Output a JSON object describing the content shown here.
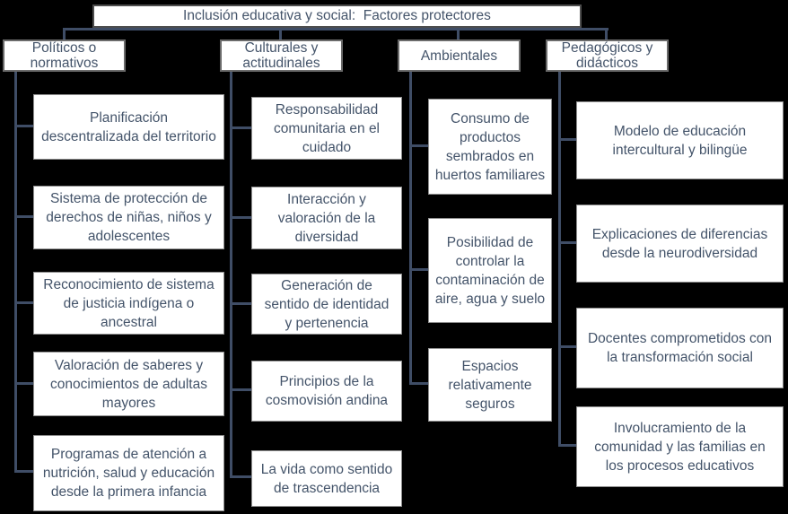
{
  "diagram": {
    "title": "Inclusión educativa y social:  Factores protectores",
    "type": "hierarchy-org-chart",
    "colors": {
      "background": "#000000",
      "box_fill": "#ffffff",
      "text": "#44546a",
      "connector": "#3f4d66",
      "box_border": "#8f8f8f"
    },
    "branches": [
      {
        "label": "Políticos o normativos",
        "children": [
          "Planificación descentralizada del territorio",
          "Sistema de protección de derechos de niñas, niños y adolescentes",
          "Reconocimiento de sistema de justicia indígena o ancestral",
          "Valoración de saberes y conocimientos de adultas mayores",
          "Programas de atención a nutrición, salud y educación desde la primera infancia"
        ]
      },
      {
        "label": "Culturales y actitudinales",
        "children": [
          "Responsabilidad comunitaria en el cuidado",
          "Interacción y valoración de la diversidad",
          "Generación de sentido de identidad y pertenencia",
          "Principios de la cosmovisión andina",
          "La vida como sentido de trascendencia"
        ]
      },
      {
        "label": "Ambientales",
        "children": [
          "Consumo de productos sembrados en huertos familiares",
          "Posibilidad de controlar la contaminación de aire, agua y suelo",
          "Espacios relativamente seguros"
        ]
      },
      {
        "label": "Pedagógicos y didácticos",
        "children": [
          "Modelo de educación intercultural y bilingüe",
          "Explicaciones de diferencias desde la neurodiversidad",
          "Docentes comprometidos con la transformación social",
          "Involucramiento de la comunidad y las familias en los procesos educativos"
        ]
      }
    ]
  }
}
